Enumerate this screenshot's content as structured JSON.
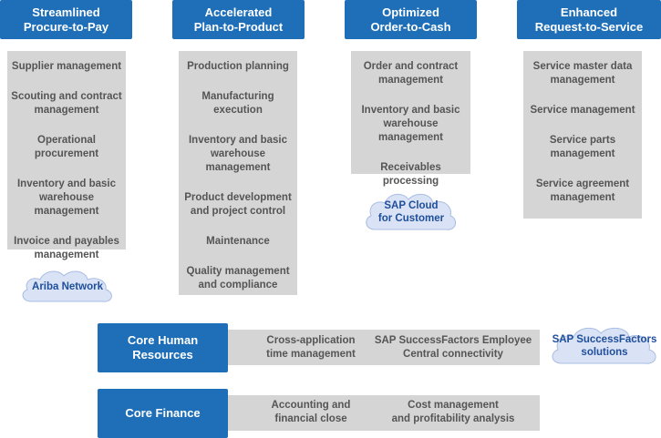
{
  "columns": [
    {
      "header": "Streamlined\nProcure-to-Pay",
      "items": [
        "Supplier management",
        "Scouting and contract\nmanagement",
        "Operational procurement",
        "Inventory and basic\nwarehouse management",
        "Invoice and payables\nmanagement"
      ]
    },
    {
      "header": "Accelerated\nPlan-to-Product",
      "items": [
        "Production planning",
        "Manufacturing\nexecution",
        "Inventory and basic\nwarehouse management",
        "Product development\nand project control",
        "Maintenance",
        "Quality management\nand compliance"
      ]
    },
    {
      "header": "Optimized\nOrder-to-Cash",
      "items": [
        "Order and contract\nmanagement",
        "Inventory and basic\nwarehouse management",
        "Receivables processing"
      ]
    },
    {
      "header": "Enhanced\nRequest-to-Service",
      "items": [
        "Service master data\nmanagement",
        "Service management",
        "Service parts\nmanagement",
        "Service agreement\nmanagement"
      ]
    }
  ],
  "clouds": {
    "ariba": "Ariba Network",
    "sap_cloud": "SAP Cloud\nfor Customer",
    "successfactors": "SAP SuccessFactors\nsolutions"
  },
  "core_rows": [
    {
      "label": "Core Human\nResources",
      "items": [
        "Cross-application\ntime management",
        "SAP SuccessFactors Employee\nCentral connectivity"
      ]
    },
    {
      "label": "Core Finance",
      "items": [
        "Accounting and\nfinancial close",
        "Cost management\nand profitability analysis"
      ]
    }
  ],
  "colors": {
    "header_blue": "#1f6fb8",
    "panel_gray": "#d5d5d5",
    "cloud_fill": "#d9e3f5",
    "cloud_text": "#1f4e9a"
  }
}
